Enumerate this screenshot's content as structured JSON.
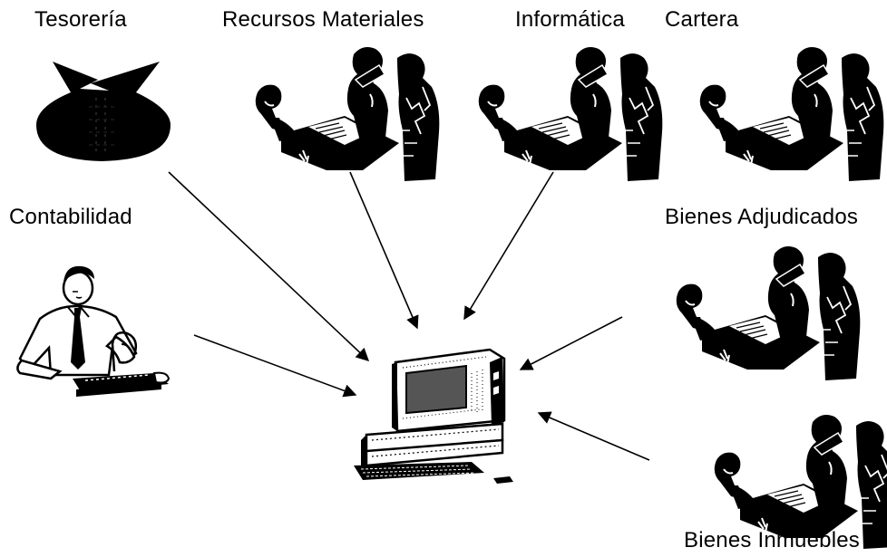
{
  "labels": {
    "tesoreria": "Tesorería",
    "recursos_materiales": "Recursos Materiales",
    "informatica": "Informática",
    "cartera": "Cartera",
    "contabilidad": "Contabilidad",
    "bienes_adjudicados": "Bienes Adjudicados",
    "bienes_inmuebles": "Bienes Inmuebles"
  },
  "colors": {
    "ink": "#000000",
    "paper": "#ffffff",
    "screen": "#555555"
  },
  "icons": {
    "tesoreria": "money-bag-icon",
    "people": "people-at-machine-icon",
    "contabilidad": "man-at-desk-icon",
    "center": "desktop-computer-icon"
  }
}
